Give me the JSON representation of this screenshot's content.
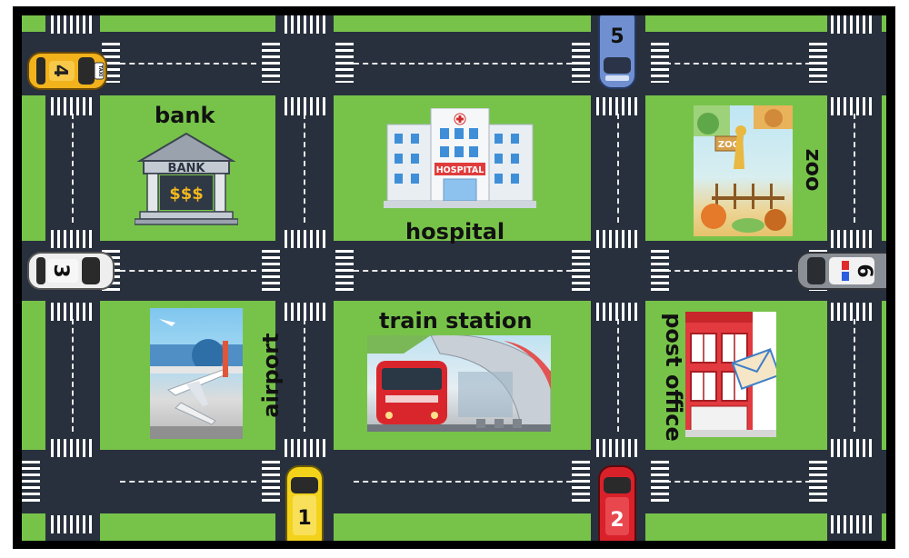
{
  "places": {
    "bank": "bank",
    "hospital": "hospital",
    "zoo": "zoo",
    "airport": "airport",
    "train_station": "train station",
    "post_office": "post office"
  },
  "building_signs": {
    "bank_sign": "BANK",
    "bank_money": "$$$",
    "hospital_sign": "HOSPITAL",
    "zoo_sign": "ZOO"
  },
  "cars": [
    {
      "number": "1",
      "color": "#f3d21b",
      "icon": "car-yellow-icon"
    },
    {
      "number": "2",
      "color": "#d9212a",
      "icon": "car-red-icon"
    },
    {
      "number": "3",
      "color": "#eeeeee",
      "icon": "car-white-icon"
    },
    {
      "number": "4",
      "color": "#f1b21c",
      "icon": "taxi-icon",
      "roof_sign": "TAXI"
    },
    {
      "number": "5",
      "color": "#6f8fd0",
      "icon": "car-blue-icon"
    },
    {
      "number": "6",
      "color": "#8a8f96",
      "icon": "police-car-icon"
    }
  ],
  "colors": {
    "grass": "#77c34a",
    "road": "#28303d",
    "border": "#000000"
  }
}
